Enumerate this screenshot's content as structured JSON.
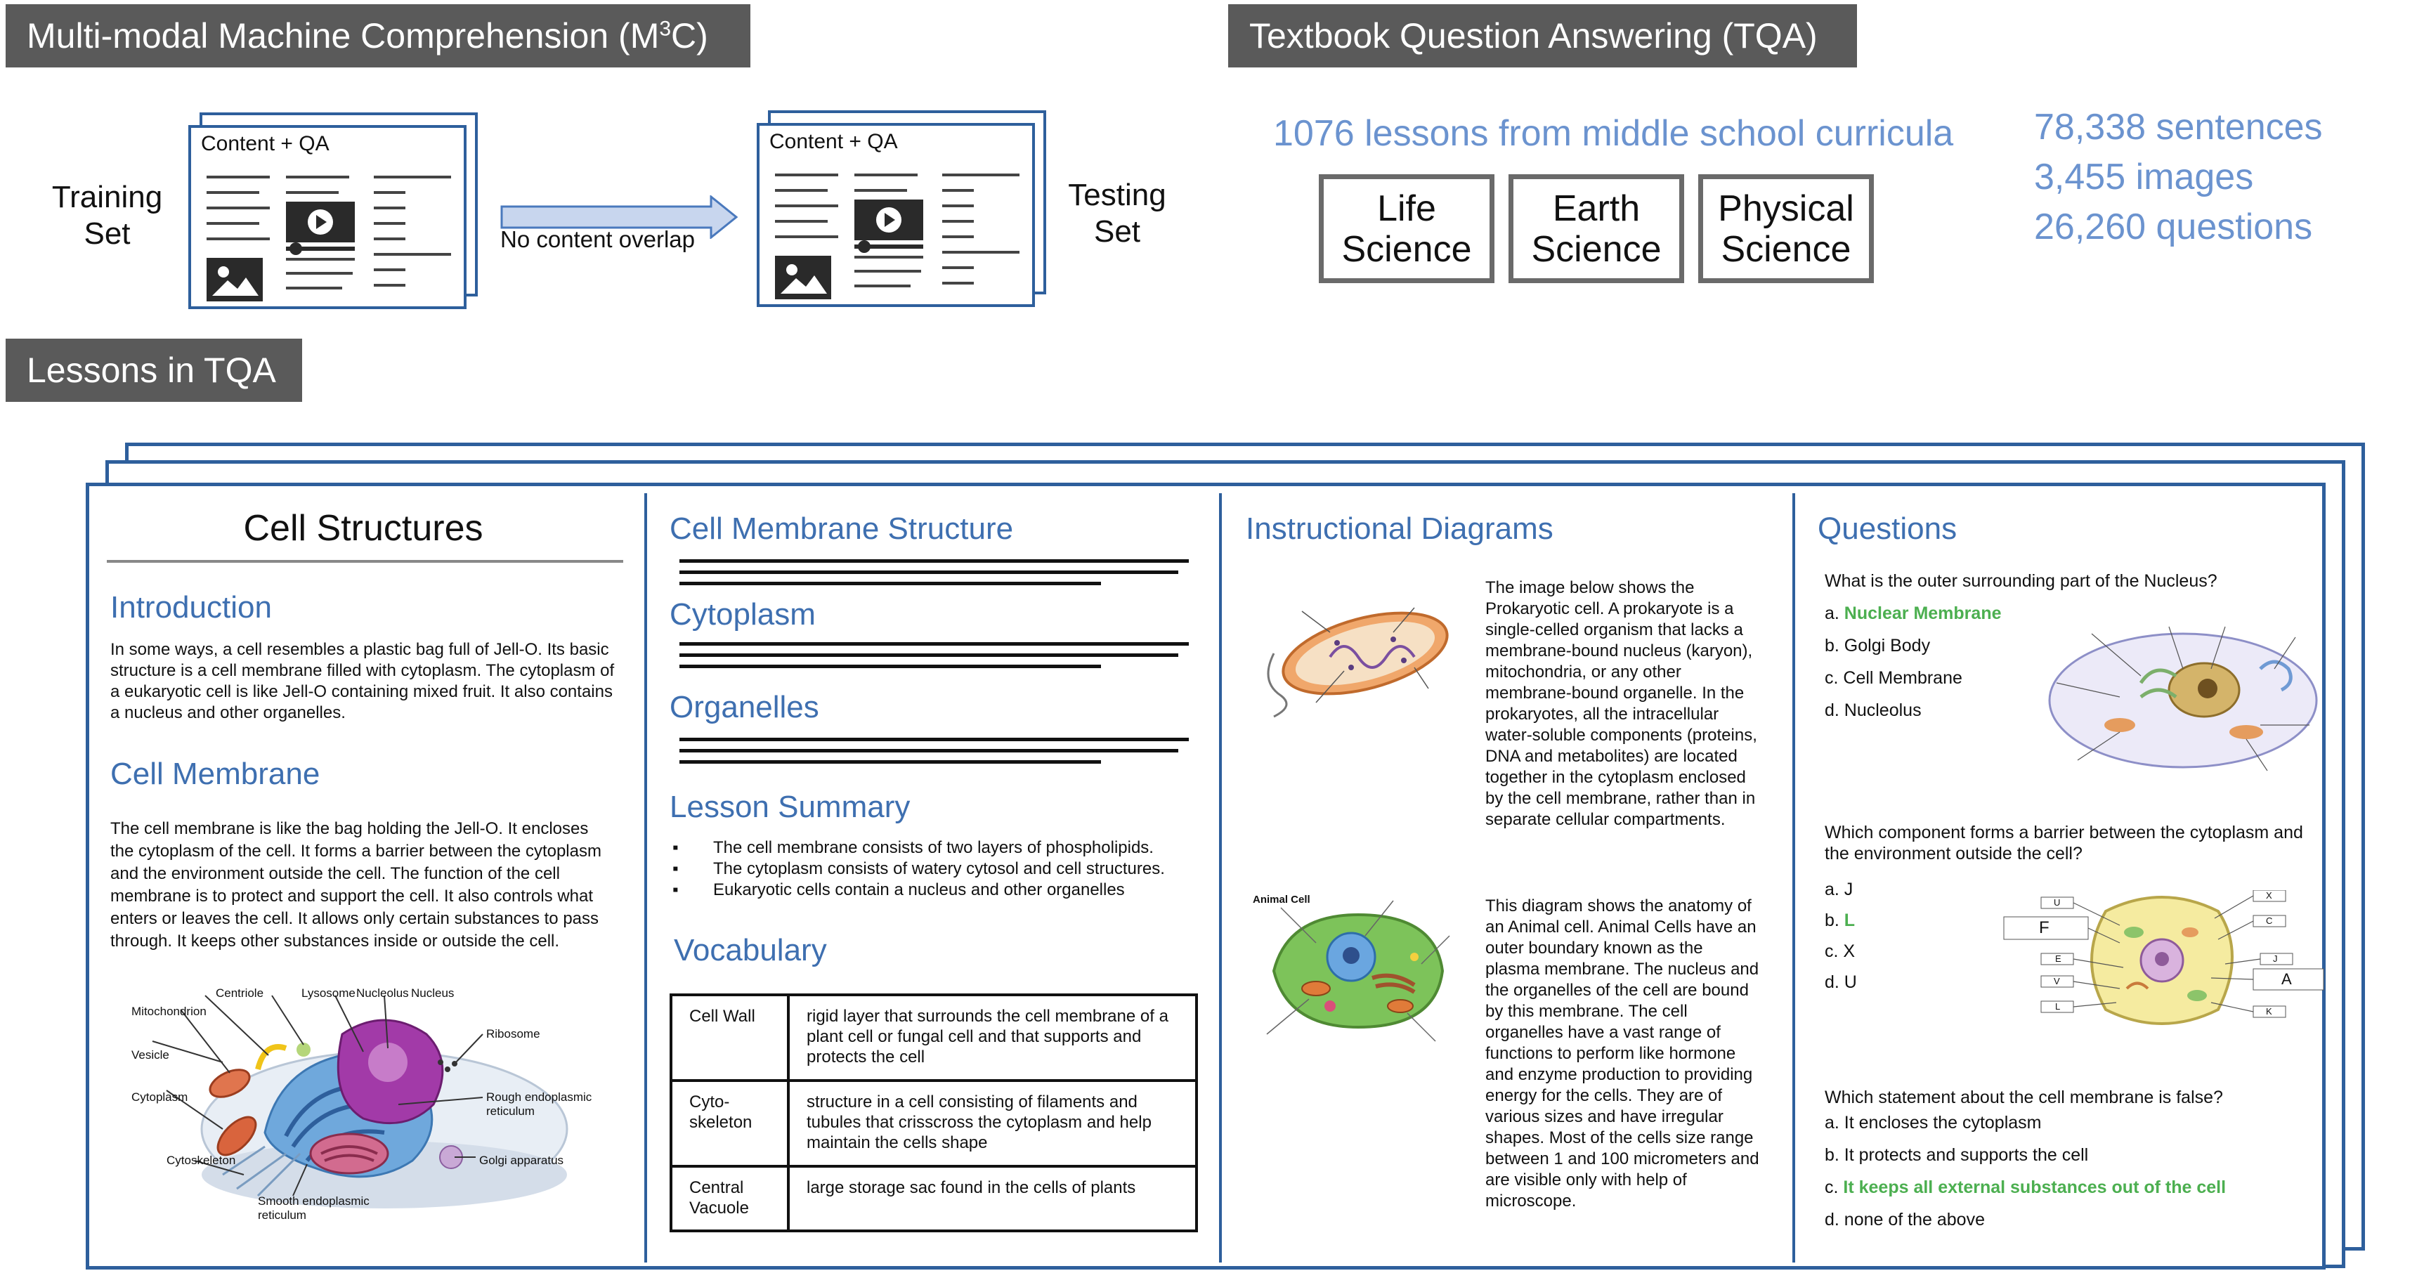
{
  "header_m3c": "Multi-modal Machine Comprehension (M",
  "header_m3c_sup": "3",
  "header_m3c_end": "C)",
  "header_tqa": "Textbook Question Answering (TQA)",
  "header_lessons": "Lessons in TQA",
  "training_set": [
    "Training",
    "Set"
  ],
  "testing_set": [
    "Testing",
    "Set"
  ],
  "doc_label": "Content + QA",
  "no_overlap": "No content  overlap",
  "lessons_count": "1076 lessons from middle school curricula",
  "domains": [
    [
      "Life",
      "Science"
    ],
    [
      "Earth",
      "Science"
    ],
    [
      "Physical",
      "Science"
    ]
  ],
  "stats": [
    "78,338 sentences",
    "3,455 images",
    "26,260 questions"
  ],
  "lesson": {
    "title": "Cell Structures",
    "intro_heading": "Introduction",
    "intro_text": "In some ways, a cell resembles a plastic bag full of Jell-O. Its basic structure is a cell membrane filled with cytoplasm. The cytoplasm of a eukaryotic cell is like Jell-O containing mixed fruit. It also contains a nucleus and other organelles.",
    "membrane_heading": "Cell Membrane",
    "membrane_text": "The cell membrane is like the bag holding the Jell-O. It encloses the cytoplasm of the cell. It forms a barrier between the cytoplasm and the environment outside the cell. The function of the cell membrane is to protect and support the cell. It also controls what enters or leaves the cell. It allows only certain substances to pass through. It keeps other substances inside or outside the cell.",
    "cell_labels": [
      "Centriole",
      "Lysosome",
      "Nucleolus",
      "Nucleus",
      "Mitochondrion",
      "Ribosome",
      "Vesicle",
      "Rough endoplasmic",
      "reticulum",
      "Cytoplasm",
      "Cytoskeleton",
      "Golgi apparatus",
      "Smooth endoplasmic",
      "reticulum"
    ]
  },
  "col2": {
    "headings": [
      "Cell Membrane Structure",
      "Cytoplasm",
      "Organelles"
    ],
    "summary_heading": "Lesson Summary",
    "summary_items": [
      "The cell membrane consists of two layers of phospholipids.",
      "The cytoplasm consists of watery cytosol and cell structures.",
      "Eukaryotic cells contain a nucleus and other organelles"
    ],
    "vocab_heading": "Vocabulary",
    "vocab": [
      {
        "term": "Cell Wall",
        "def": "rigid layer that surrounds the cell membrane of a plant cell or fungal cell and that supports and protects the cell"
      },
      {
        "term": "Cyto-\nskeleton",
        "def": "structure in a cell consisting of filaments and tubules that crisscross the cytoplasm and help maintain the cells shape"
      },
      {
        "term": "Central\nVacuole",
        "def": "large storage sac found in the cells of plants"
      }
    ]
  },
  "col3": {
    "heading": "Instructional Diagrams",
    "prokaryote_text": "The image below shows the Prokaryotic cell. A prokaryote is a single-celled organism that lacks a membrane-bound nucleus (karyon), mitochondria, or any other membrane-bound organelle. In the prokaryotes, all the intracellular water-soluble components (proteins, DNA and metabolites) are located together in the cytoplasm enclosed by the cell membrane, rather than in separate cellular compartments.",
    "animal_text": "This diagram shows the anatomy of an Animal cell. Animal Cells have an outer boundary known as the plasma membrane. The nucleus and the organelles of the cell are bound by this membrane. The cell organelles have a vast range of functions to perform like hormone and enzyme production to providing energy for the cells. They are of various sizes and have irregular shapes. Most of the cells size range between 1 and 100 micrometers and are visible only with help of microscope.",
    "animal_cell_label": "Animal Cell"
  },
  "col4": {
    "heading": "Questions",
    "q1": "What is the outer surrounding part of the Nucleus?",
    "q1_opts": [
      "a. ",
      "b. Golgi Body",
      "c. Cell Membrane",
      "d. Nucleolus"
    ],
    "q1_answer": "Nuclear Membrane",
    "q2": "Which component forms a barrier between the cytoplasm and the environment outside the cell?",
    "q2_opts": [
      "a. J",
      "b. ",
      "c. X",
      "d. U"
    ],
    "q2_answer": "L",
    "q3": "Which statement about the cell membrane is false?",
    "q3_opts": [
      "a. It encloses the cytoplasm",
      "b. It protects and supports the cell",
      "c. ",
      "d. none of the above"
    ],
    "q3_answer": "It keeps all external substances out of the cell",
    "diagram_letters": [
      "U",
      "F",
      "V",
      "L",
      "X",
      "C",
      "J",
      "A",
      "E",
      "K"
    ]
  },
  "colors": {
    "header_bg": "#5a5a5a",
    "accent_blue": "#3e6fb0",
    "frame_blue": "#2e5f9c",
    "stat_blue": "#6b93cf",
    "answer_green": "#4caf50"
  }
}
